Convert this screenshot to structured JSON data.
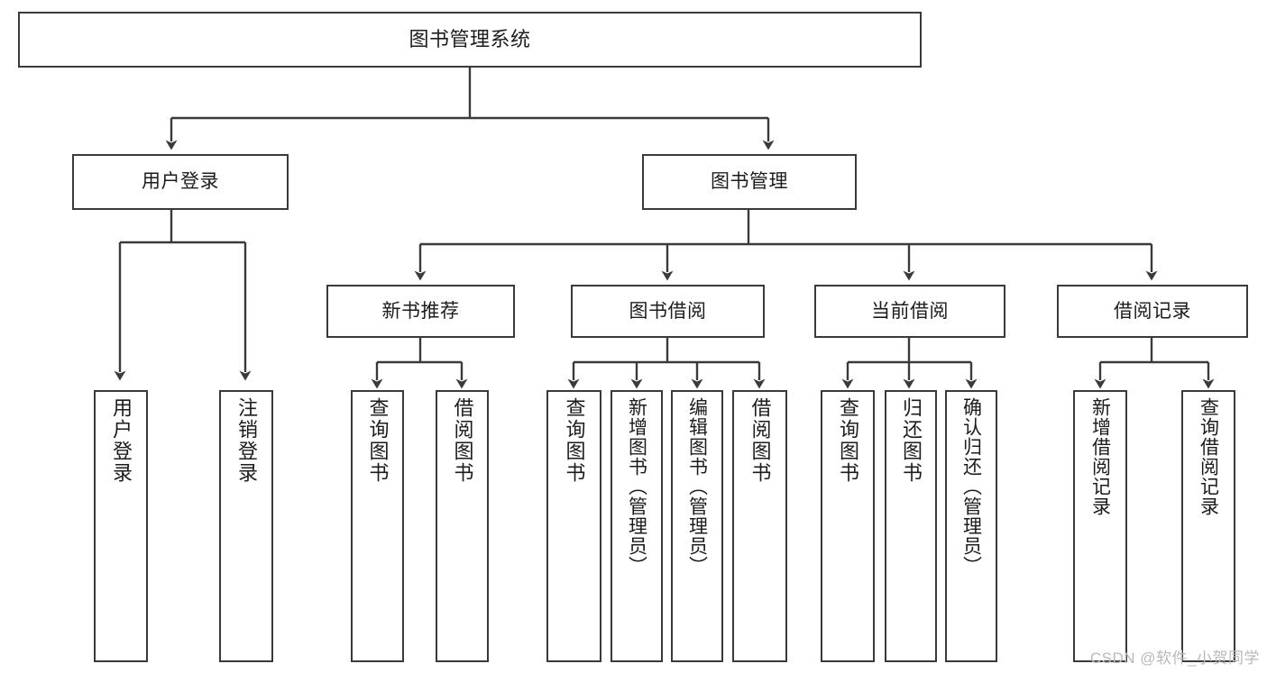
{
  "diagram": {
    "title": "图书管理系统",
    "type": "functional-structure-tree",
    "stroke_color": "#3a3a3a",
    "fill_color": "#ffffff",
    "text_color": "#1c1c1c"
  },
  "nodes": {
    "root": {
      "label": "图书管理系统"
    },
    "level2": [
      {
        "label": "用户登录"
      },
      {
        "label": "图书管理"
      }
    ],
    "level3": [
      {
        "label": "新书推荐"
      },
      {
        "label": "图书借阅"
      },
      {
        "label": "当前借阅"
      },
      {
        "label": "借阅记录"
      }
    ],
    "leaves": {
      "user_login": [
        {
          "label": "用户登录"
        },
        {
          "label": "注销登录"
        }
      ],
      "new_book": [
        {
          "label": "查询图书"
        },
        {
          "label": "借阅图书"
        }
      ],
      "book_borrow": [
        {
          "label": "查询图书"
        },
        {
          "label": "新增图书（管理员）"
        },
        {
          "label": "编辑图书（管理员）"
        },
        {
          "label": "借阅图书"
        }
      ],
      "current_borrow": [
        {
          "label": "查询图书"
        },
        {
          "label": "归还图书"
        },
        {
          "label": "确认归还（管理员）"
        }
      ],
      "borrow_record": [
        {
          "label": "新增借阅记录"
        },
        {
          "label": "查询借阅记录"
        }
      ]
    }
  },
  "watermark": {
    "text": "CSDN @软件_小贺同学",
    "color": "#b9b9b9"
  }
}
